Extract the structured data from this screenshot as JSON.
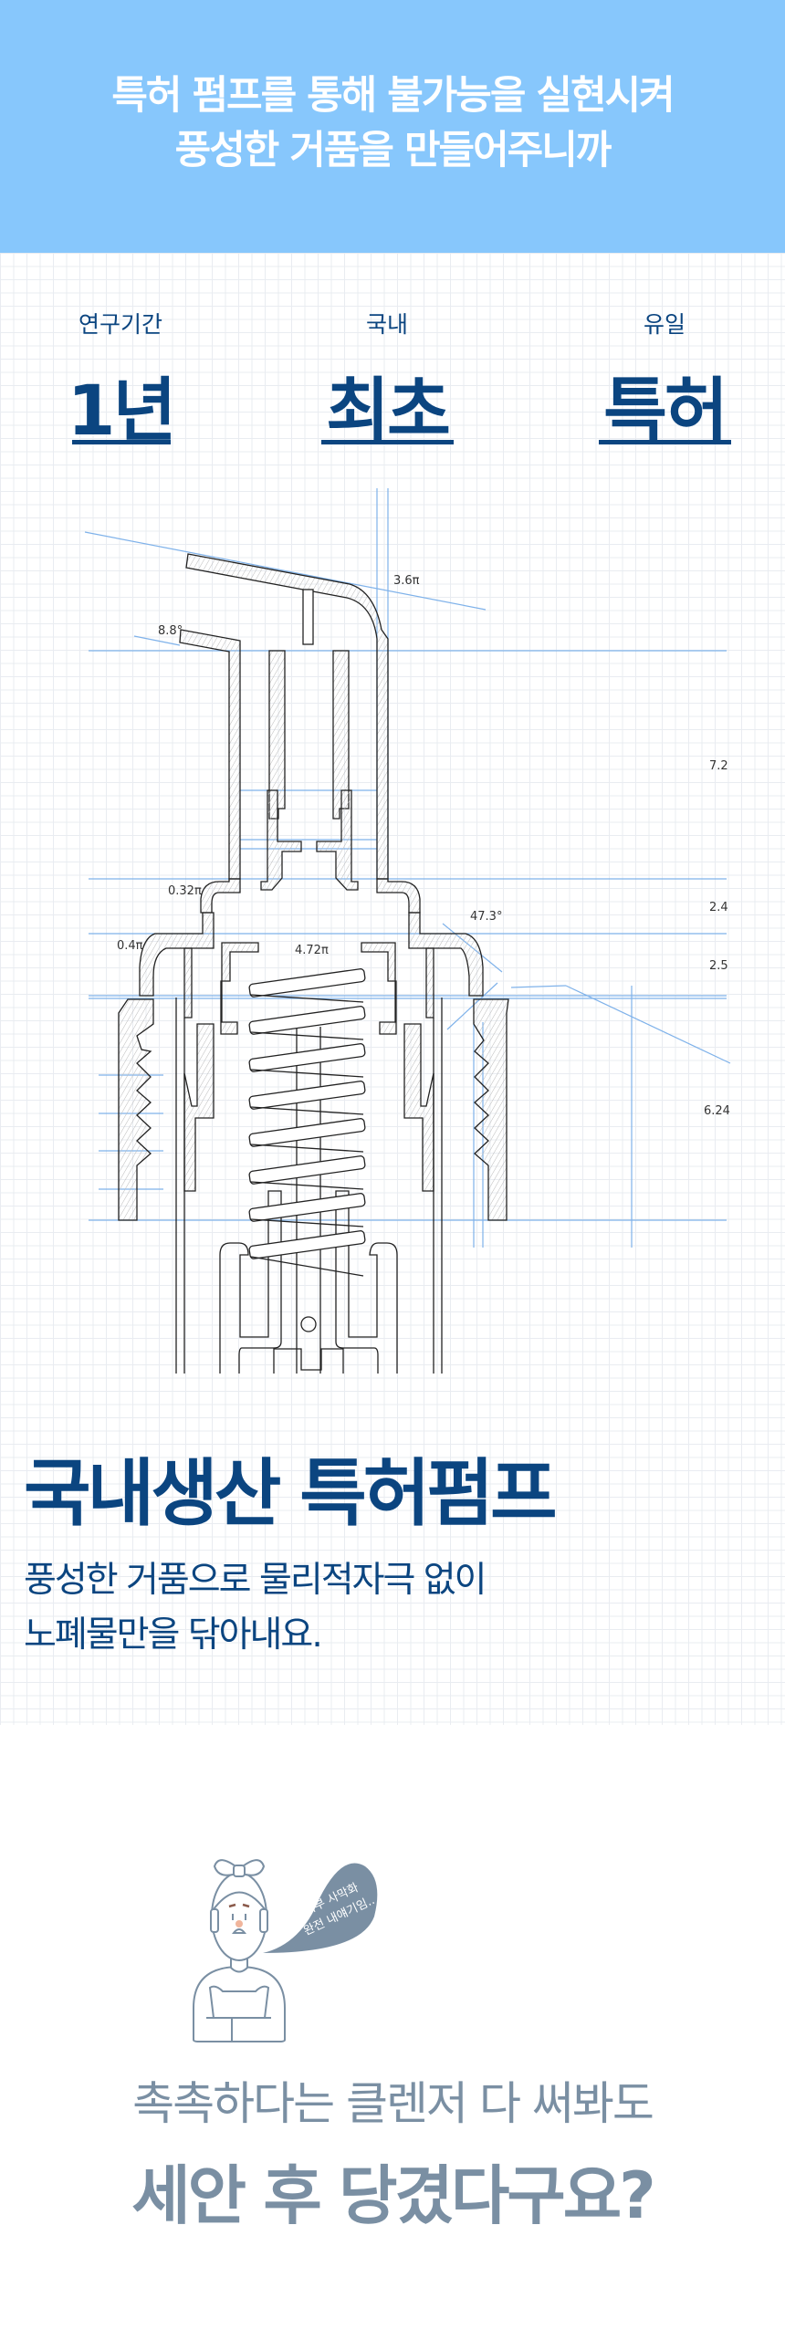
{
  "hero": {
    "line1": "특허 펌프를 통해 불가능을 실현시켜",
    "line2": "풍성한 거품을 만들어주니까",
    "bg_color": "#87c7fc"
  },
  "stats": [
    {
      "label": "연구기간",
      "value": "1년"
    },
    {
      "label": "국내",
      "value": "최초"
    },
    {
      "label": "유일",
      "value": "특허"
    }
  ],
  "diagram": {
    "labels": {
      "a": "3.6π",
      "b": "8.8°",
      "c": "7.2",
      "d": "0.32π",
      "e": "2.4",
      "f": "47.3°",
      "g": "0.4π",
      "h": "4.72π",
      "i": "2.5",
      "j": "6.24"
    }
  },
  "section": {
    "title": "국내생산 특허펌프",
    "desc_line1": "풍성한 거품으로 물리적자극 없이",
    "desc_line2": "노폐물만을 닦아내요.",
    "color": "#0b4580"
  },
  "bubble": {
    "line1": "피부 사막화",
    "line2": "완전 내얘기임.."
  },
  "closing": {
    "line1": "촉촉하다는 클렌저 다 써봐도",
    "line2": "세안 후 당겼다구요?",
    "color": "#7a8fa3"
  }
}
